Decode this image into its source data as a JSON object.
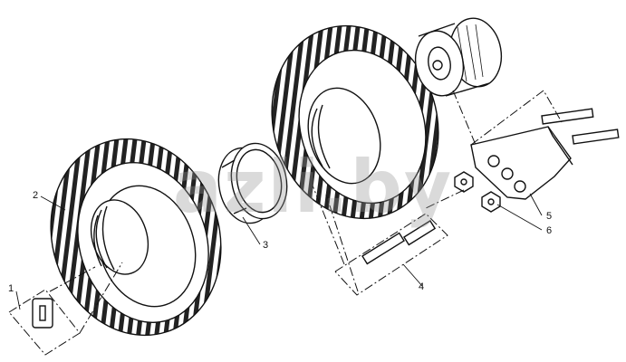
{
  "watermark": {
    "text": "azli.by"
  },
  "callouts": [
    {
      "id": "1",
      "label": "1"
    },
    {
      "id": "2",
      "label": "2"
    },
    {
      "id": "3",
      "label": "3"
    },
    {
      "id": "4",
      "label": "4"
    },
    {
      "id": "5",
      "label": "5"
    },
    {
      "id": "6",
      "label": "6"
    }
  ],
  "colors": {
    "line": "#111111",
    "paper": "#ffffff",
    "watermark": "#969696"
  }
}
